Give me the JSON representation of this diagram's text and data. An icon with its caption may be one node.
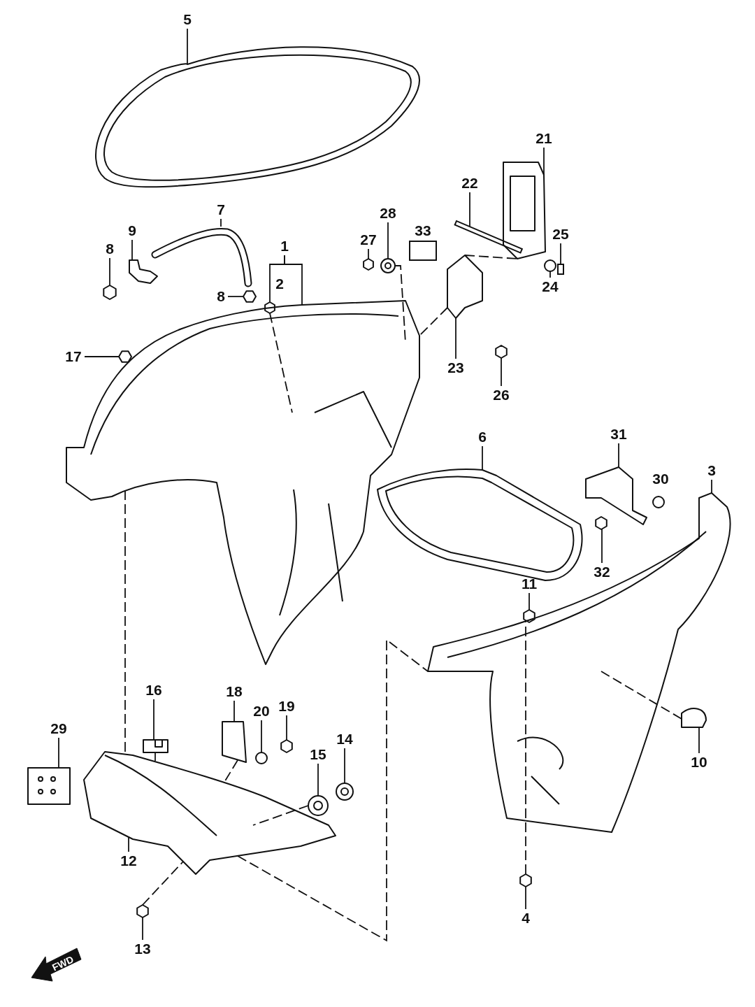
{
  "diagram": {
    "nodes": [
      {
        "text": [
          "5"
        ]
      },
      {
        "text": [
          "21"
        ]
      },
      {
        "text": [
          "22"
        ]
      },
      {
        "text": [
          "28"
        ]
      },
      {
        "text": [
          "27"
        ]
      },
      {
        "text": [
          "7"
        ]
      },
      {
        "text": [
          "9"
        ]
      },
      {
        "text": [
          "1"
        ]
      },
      {
        "text": [
          "25"
        ]
      },
      {
        "text": [
          "8"
        ]
      },
      {
        "text": [
          "8"
        ]
      },
      {
        "text": [
          "24"
        ]
      },
      {
        "text": [
          "17"
        ]
      },
      {
        "text": [
          "23"
        ]
      },
      {
        "text": [
          "26"
        ]
      },
      {
        "text": [
          "6"
        ]
      },
      {
        "text": [
          "31"
        ]
      },
      {
        "text": [
          "3"
        ]
      },
      {
        "text": [
          "32"
        ]
      },
      {
        "text": [
          "11"
        ]
      },
      {
        "text": [
          "16"
        ]
      },
      {
        "text": [
          "18"
        ]
      },
      {
        "text": [
          "20"
        ]
      },
      {
        "text": [
          "19"
        ]
      },
      {
        "text": [
          "14"
        ]
      },
      {
        "text": [
          "29"
        ]
      },
      {
        "text": [
          "15"
        ]
      },
      {
        "text": [
          "10"
        ]
      },
      {
        "text": [
          "12"
        ]
      },
      {
        "text": [
          "4"
        ]
      },
      {
        "text": [
          "13"
        ]
      },
      {
        "text": [],
        "shape": "picture"
      },
      {
        "text": [],
        "shape": "picture"
      },
      {
        "text": [],
        "shape": "box"
      },
      {
        "text": [],
        "shape": "picture"
      },
      {
        "text": [],
        "shape": "picture"
      },
      {
        "text": [],
        "shape": "picture"
      },
      {
        "text": [],
        "shape": "picture"
      },
      {
        "text": [],
        "shape": "picture"
      },
      {
        "text": [],
        "shape": "box"
      },
      {
        "text": [],
        "shape": "picture"
      },
      {
        "text": [],
        "shape": "picture"
      },
      {
        "text": [],
        "shape": "circle"
      },
      {
        "text": [],
        "shape": "picture"
      },
      {
        "text": [],
        "shape": "picture"
      },
      {
        "text": [],
        "shape": "picture"
      },
      {
        "text": [],
        "shape": "picture"
      },
      {
        "text": [],
        "shape": "picture"
      },
      {
        "text": [],
        "shape": "picture"
      },
      {
        "text": [],
        "shape": "picture"
      },
      {
        "text": [],
        "shape": "picture"
      },
      {
        "text": [],
        "shape": "picture"
      },
      {
        "text": [],
        "shape": "picture"
      },
      {
        "text": [],
        "shape": "circle"
      },
      {
        "text": [],
        "shape": "picture"
      },
      {
        "text": [],
        "shape": "picture"
      },
      {
        "text": [],
        "shape": "picture"
      },
      {
        "text": [],
        "shape": "picture"
      },
      {
        "text": [],
        "shape": "picture"
      },
      {
        "text": [],
        "shape": "picture"
      },
      {
        "text": [],
        "shape": "picture"
      },
      {
        "text": [],
        "shape": "picture"
      },
      {
        "text": [],
        "shape": "picture"
      }
    ],
    "edges": [
      {
        "from": 0,
        "to": 31,
        "arrow": "none"
      },
      {
        "from": 1,
        "to": 32,
        "arrow": "none"
      },
      {
        "from": 2,
        "to": 33,
        "arrow": "none"
      },
      {
        "from": 3,
        "to": 34,
        "arrow": "none"
      },
      {
        "from": 4,
        "to": 35,
        "arrow": "none"
      },
      {
        "from": 5,
        "to": 36,
        "arrow": "none"
      },
      {
        "from": 6,
        "to": 37,
        "arrow": "none"
      },
      {
        "from": 7,
        "to": 38,
        "arrow": "none"
      },
      {
        "from": 7,
        "to": 62,
        "arrow": "none"
      },
      {
        "from": 8,
        "to": 39,
        "arrow": "none"
      },
      {
        "from": 9,
        "to": 40,
        "arrow": "none"
      },
      {
        "from": 10,
        "to": 41,
        "arrow": "none"
      },
      {
        "from": 11,
        "to": 42,
        "arrow": "none"
      },
      {
        "from": 12,
        "to": 43,
        "arrow": "none"
      },
      {
        "from": 13,
        "to": 44,
        "arrow": "none"
      },
      {
        "from": 14,
        "to": 45,
        "arrow": "none"
      },
      {
        "from": 15,
        "to": 46,
        "arrow": "none"
      },
      {
        "from": 16,
        "to": 47,
        "arrow": "none"
      },
      {
        "from": 17,
        "to": 48,
        "arrow": "none"
      },
      {
        "from": 18,
        "to": 49,
        "arrow": "none"
      },
      {
        "from": 19,
        "to": 50,
        "arrow": "none"
      },
      {
        "from": 20,
        "to": 51,
        "arrow": "none"
      },
      {
        "from": 21,
        "to": 52,
        "arrow": "none"
      },
      {
        "from": 22,
        "to": 53,
        "arrow": "none"
      },
      {
        "from": 23,
        "to": 54,
        "arrow": "none"
      },
      {
        "from": 24,
        "to": 55,
        "arrow": "none"
      },
      {
        "from": 25,
        "to": 56,
        "arrow": "none"
      },
      {
        "from": 26,
        "to": 57,
        "arrow": "none"
      },
      {
        "from": 27,
        "to": 58,
        "arrow": "none"
      },
      {
        "from": 28,
        "to": 59,
        "arrow": "none"
      },
      {
        "from": 29,
        "to": 60,
        "arrow": "none"
      },
      {
        "from": 30,
        "to": 61,
        "arrow": "none"
      },
      {
        "from": 38,
        "to": 59,
        "arrow": "none",
        "style": "dashed"
      },
      {
        "from": 59,
        "to": 48,
        "arrow": "none",
        "style": "dashed"
      },
      {
        "from": 60,
        "to": 48,
        "arrow": "none",
        "style": "dashed"
      },
      {
        "from": 62,
        "to": 38,
        "arrow": "none",
        "style": "dashed"
      },
      {
        "from": 58,
        "to": 48,
        "arrow": "none",
        "style": "dashed"
      },
      {
        "from": 34,
        "to": 38,
        "arrow": "none",
        "style": "dashed"
      },
      {
        "from": 57,
        "to": 59,
        "arrow": "none",
        "style": "dashed"
      },
      {
        "from": 44,
        "to": 32,
        "arrow": "none",
        "style": "dashed"
      },
      {
        "from": 44,
        "to": 38,
        "arrow": "none",
        "style": "dashed"
      },
      {
        "from": 51,
        "to": 59,
        "arrow": "none",
        "style": "dashed"
      },
      {
        "from": 52,
        "to": 59,
        "arrow": "none",
        "style": "dashed"
      },
      {
        "from": 61,
        "to": 59,
        "arrow": "none",
        "style": "dashed"
      }
    ],
    "labels": [
      "33",
      "2",
      "30",
      "FWD"
    ]
  }
}
